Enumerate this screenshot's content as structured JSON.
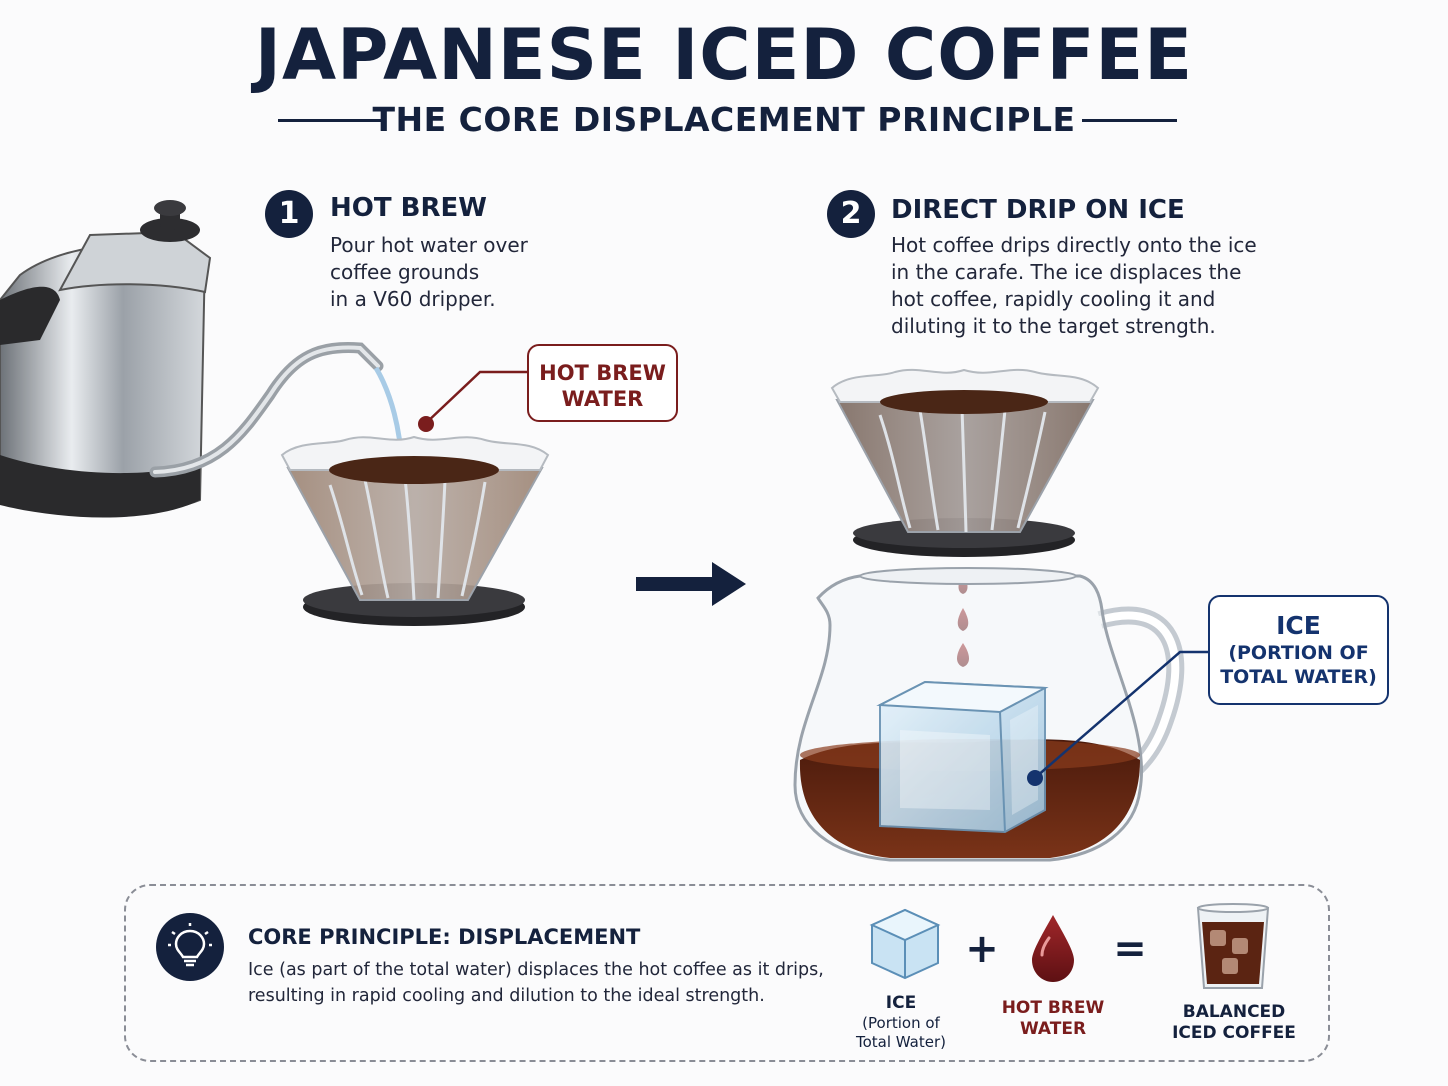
{
  "title": "JAPANESE ICED COFFEE",
  "subtitle": "THE CORE DISPLACEMENT PRINCIPLE",
  "steps": [
    {
      "number": "1",
      "title": "HOT BREW",
      "lines": [
        "Pour hot water over",
        "coffee grounds",
        "in a V60 dripper."
      ]
    },
    {
      "number": "2",
      "title": "DIRECT DRIP ON ICE",
      "lines": [
        "Hot coffee drips directly onto the ice",
        "in the carafe. The ice displaces the",
        "hot coffee, rapidly cooling it and",
        "diluting it to the target strength."
      ]
    }
  ],
  "callouts": {
    "hot_brew": {
      "line1": "HOT BREW",
      "line2": "WATER",
      "color": "#7a1d1d"
    },
    "ice": {
      "line1": "ICE",
      "line2": "(PORTION OF",
      "line3": "TOTAL WATER)",
      "color": "#14336e"
    }
  },
  "core": {
    "title": "CORE PRINCIPLE: DISPLACEMENT",
    "line1": "Ice (as part of the total water) displaces the hot coffee as it drips,",
    "line2": "resulting in rapid cooling and dilution to the ideal strength."
  },
  "equation": {
    "ice_label": "ICE",
    "ice_sub1": "(Portion of",
    "ice_sub2": "Total Water)",
    "plus": "+",
    "water_label1": "HOT BREW",
    "water_label2": "WATER",
    "equals": "=",
    "result_label1": "BALANCED",
    "result_label2": "ICED COFFEE"
  },
  "colors": {
    "navy": "#14213d",
    "brew_red": "#7a1d1d",
    "ice_blue": "#14336e",
    "coffee": "#5a2a16"
  },
  "icons": [
    "kettle-icon",
    "v60-dripper-icon",
    "arrow-right-icon",
    "glass-carafe-icon",
    "ice-cube-icon",
    "lightbulb-icon",
    "water-drop-icon",
    "iced-coffee-glass-icon"
  ]
}
